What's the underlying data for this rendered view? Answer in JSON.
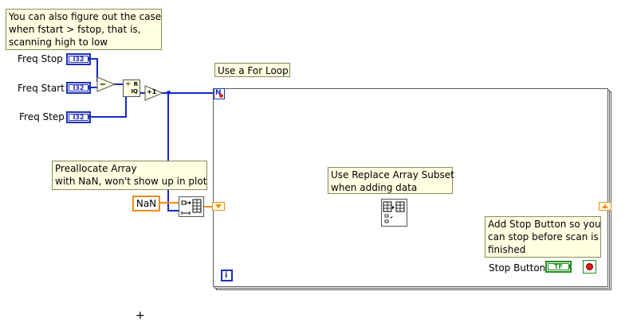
{
  "notes": {
    "scan_case": [
      "You can also figure out the case",
      "when fstart > fstop, that is,",
      "scanning high to low"
    ],
    "for_loop": "Use a For Loop",
    "preallocate": [
      "Preallocate Array",
      "with NaN, won't show up in plot"
    ],
    "replace_subset": [
      "Use Replace Array Subset",
      "when adding data"
    ],
    "stop_button": [
      "Add Stop Button so you",
      "can stop before scan is",
      "finished"
    ]
  },
  "controls": {
    "freq_stop": "Freq Stop",
    "freq_start": "Freq Start",
    "freq_step": "Freq Step",
    "stop_button": "Stop Button"
  },
  "terminals": {
    "i32": "I32",
    "tf": "TF",
    "nan": "NaN",
    "loop_count": "N",
    "loop_index": "i",
    "increment": "+1",
    "divide_r": "R",
    "divide_iq": "IQ"
  },
  "colors": {
    "numeric_wire": "#1428c8",
    "array_wire": "#f08c1e",
    "boolean": "#1e8c1e",
    "note_bg": "#ffffe1"
  }
}
